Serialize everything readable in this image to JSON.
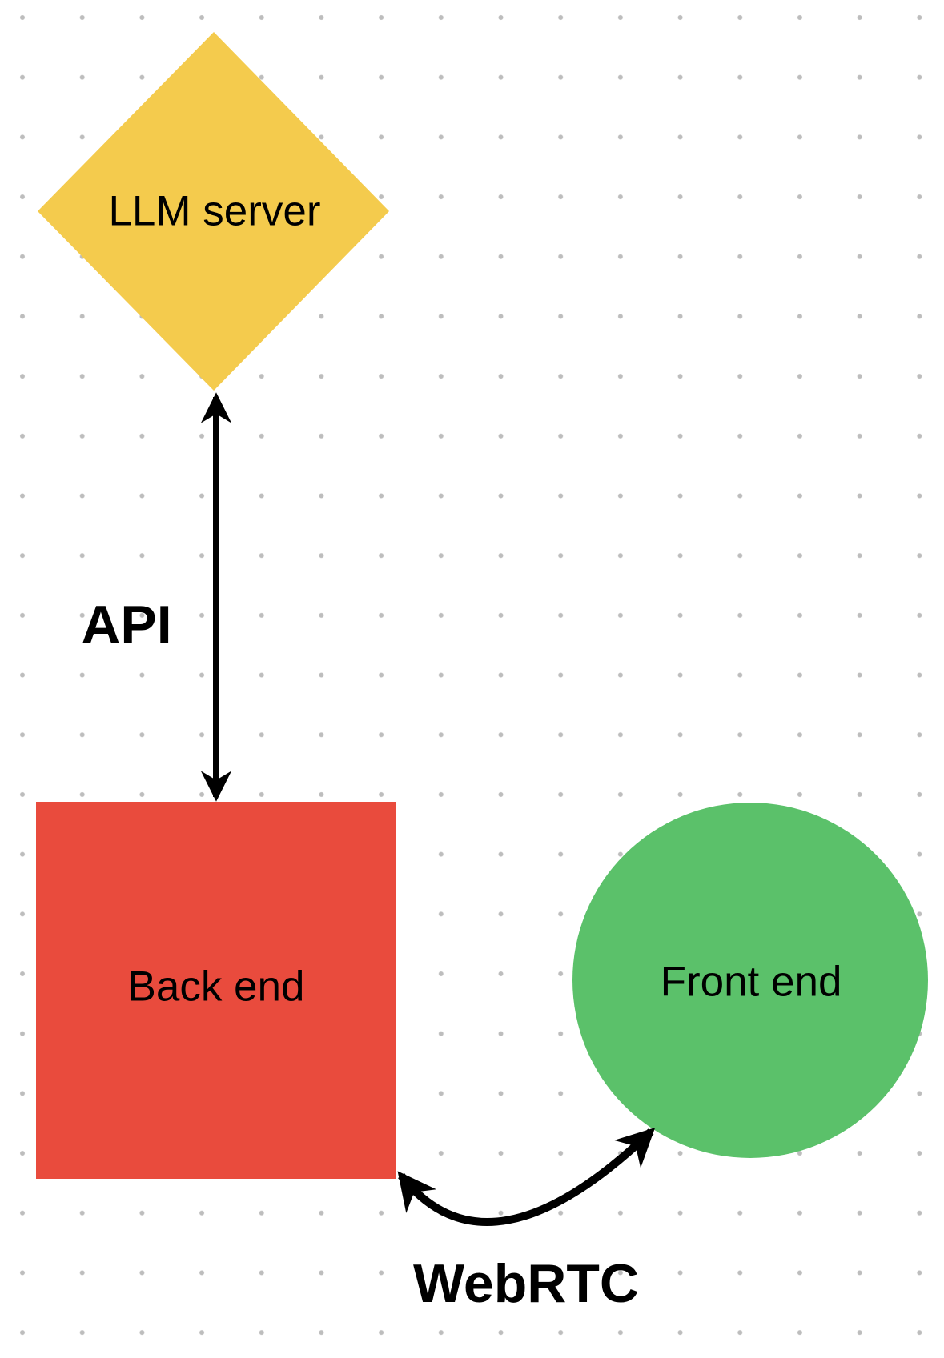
{
  "canvas": {
    "background_color": "#FFFFFF",
    "dot_grid_color": "#BDBDBD"
  },
  "nodes": [
    {
      "id": "llm-server",
      "label": "LLM server",
      "shape": "diamond",
      "fill": "#F4CB4D"
    },
    {
      "id": "back-end",
      "label": "Back end",
      "shape": "square",
      "fill": "#E94B3D"
    },
    {
      "id": "front-end",
      "label": "Front end",
      "shape": "circle",
      "fill": "#5BC16A"
    }
  ],
  "connectors": [
    {
      "id": "api",
      "label": "API",
      "type": "double-headed-arrow",
      "path": "straight-vertical",
      "color": "#000000"
    },
    {
      "id": "webrtc",
      "label": "WebRTC",
      "type": "double-headed-arrow",
      "path": "curved",
      "color": "#000000"
    }
  ]
}
